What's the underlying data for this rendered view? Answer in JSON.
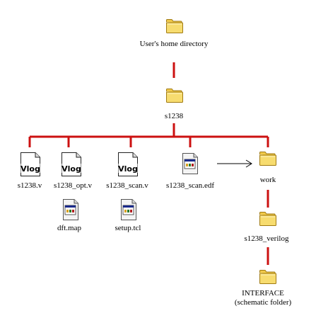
{
  "colors": {
    "connector": "#cc1111",
    "arrow": "#000000",
    "folder_fill": "#f7dc6f",
    "folder_tab": "#f0c94a",
    "folder_stroke": "#a07a12",
    "doc_stroke": "#555555"
  },
  "nodes": {
    "home": {
      "label": "User's home directory",
      "icon": "folder-icon"
    },
    "s1238": {
      "label": "s1238",
      "icon": "folder-icon"
    },
    "file1": {
      "label": "s1238.v",
      "icon": "verilog-file-icon",
      "badge": "Vlog"
    },
    "file2": {
      "label": "s1238_opt.v",
      "icon": "verilog-file-icon",
      "badge": "Vlog"
    },
    "file3": {
      "label": "s1238_scan.v",
      "icon": "verilog-file-icon",
      "badge": "Vlog"
    },
    "file4": {
      "label": "s1238_scan.edf",
      "icon": "app-file-icon"
    },
    "dft": {
      "label": "dft.map",
      "icon": "app-file-icon"
    },
    "setup": {
      "label": "setup.tcl",
      "icon": "app-file-icon"
    },
    "work": {
      "label": "work",
      "icon": "folder-icon"
    },
    "verilog": {
      "label": "s1238_verilog",
      "icon": "folder-icon"
    },
    "interface": {
      "label_line1": "INTERFACE",
      "label_line2": "(schematic folder)",
      "icon": "folder-icon"
    }
  }
}
